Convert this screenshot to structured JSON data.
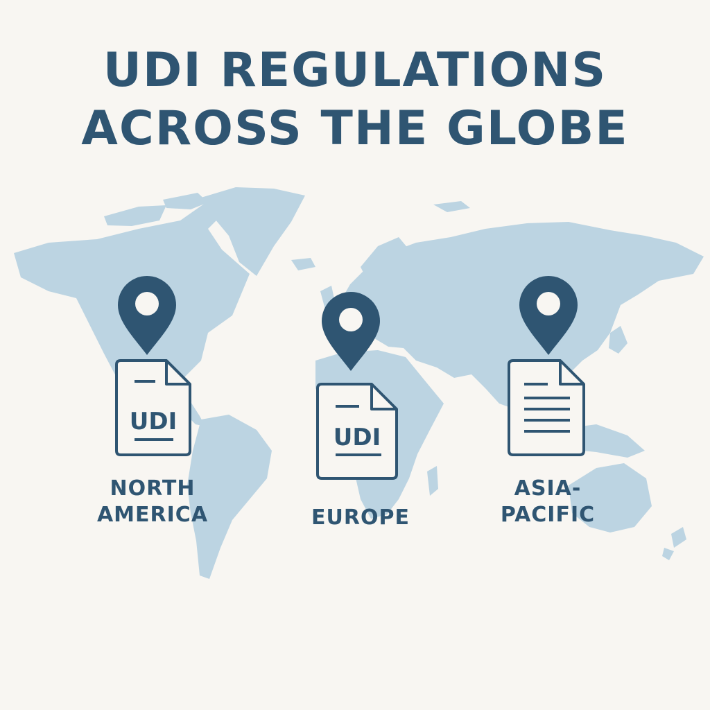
{
  "title": {
    "line1": "UDI REGULATIONS",
    "line2": "ACROSS THE GLOBE"
  },
  "colors": {
    "background": "#f8f6f2",
    "map": "#bcd4e2",
    "accent": "#2f5572"
  },
  "regions": [
    {
      "label_lines": [
        "NORTH",
        "AMERICA"
      ],
      "pin_icon": "map-pin-icon",
      "doc_icon": "udi-document-icon",
      "doc_text": "UDI"
    },
    {
      "label_lines": [
        "EUROPE"
      ],
      "pin_icon": "map-pin-icon",
      "doc_icon": "udi-document-icon",
      "doc_text": "UDI"
    },
    {
      "label_lines": [
        "ASIA-",
        "PACIFIC"
      ],
      "pin_icon": "map-pin-icon",
      "doc_icon": "text-document-icon",
      "doc_text": ""
    }
  ]
}
